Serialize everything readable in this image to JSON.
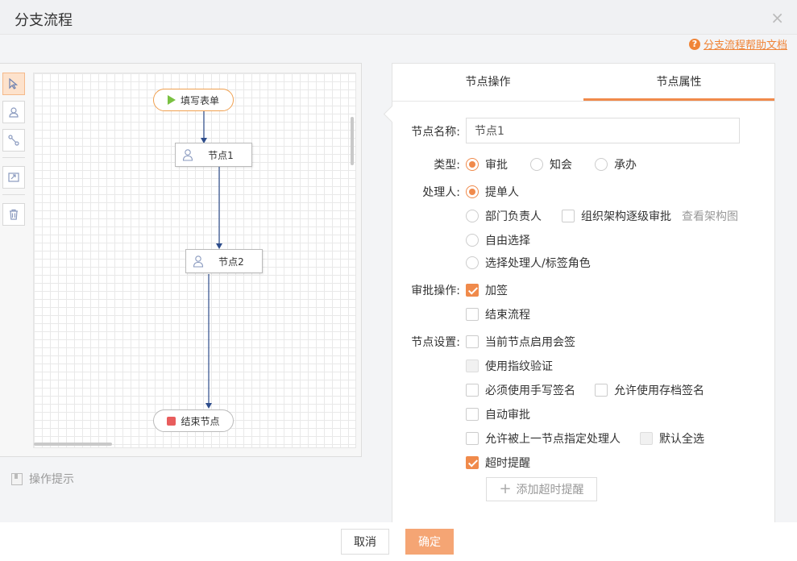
{
  "dialog": {
    "title": "分支流程",
    "close_icon": "×"
  },
  "help": {
    "icon": "?",
    "link_text": "分支流程帮助文档"
  },
  "toolbar": {
    "tools": [
      {
        "icon": "select-cursor-icon",
        "active": true
      },
      {
        "icon": "user-node-icon",
        "active": false
      },
      {
        "icon": "connector-icon",
        "active": false
      },
      {
        "icon": "fit-screen-icon",
        "active": false
      },
      {
        "icon": "trash-icon",
        "active": false
      }
    ]
  },
  "flow": {
    "start": "填写表单",
    "node1": "节点1",
    "node2": "节点2",
    "end": "结束节点"
  },
  "ops_hint": "操作提示",
  "tabs": [
    {
      "label": "节点操作",
      "active": false
    },
    {
      "label": "节点属性",
      "active": true
    }
  ],
  "props": {
    "name_label": "节点名称:",
    "name_value": "节点1",
    "type_label": "类型:",
    "type_options": [
      "审批",
      "知会",
      "承办"
    ],
    "type_selected": "审批",
    "handler_label": "处理人:",
    "handler_options": [
      "提单人",
      "部门负责人",
      "自由选择",
      "选择处理人/标签角色"
    ],
    "handler_selected": "提单人",
    "org_level_approval": "组织架构逐级审批",
    "view_org_chart": "查看架构图",
    "approve_ops_label": "审批操作:",
    "add_sign": "加签",
    "end_flow": "结束流程",
    "node_settings_label": "节点设置:",
    "enable_countersign": "当前节点启用会签",
    "use_fingerprint": "使用指纹验证",
    "must_handwrite": "必须使用手写签名",
    "allow_stored_sign": "允许使用存档签名",
    "auto_approve": "自动审批",
    "allow_prev_assign": "允许被上一节点指定处理人",
    "default_select_all": "默认全选",
    "timeout_reminder": "超时提醒",
    "add_timeout_reminder": "添加超时提醒"
  },
  "footer": {
    "cancel": "取消",
    "ok": "确定"
  },
  "colors": {
    "accent": "#f08a4b",
    "help_link": "#f08437",
    "start_icon": "#7ac142",
    "end_icon": "#e85d5d",
    "connector": "#2e4d8c"
  }
}
